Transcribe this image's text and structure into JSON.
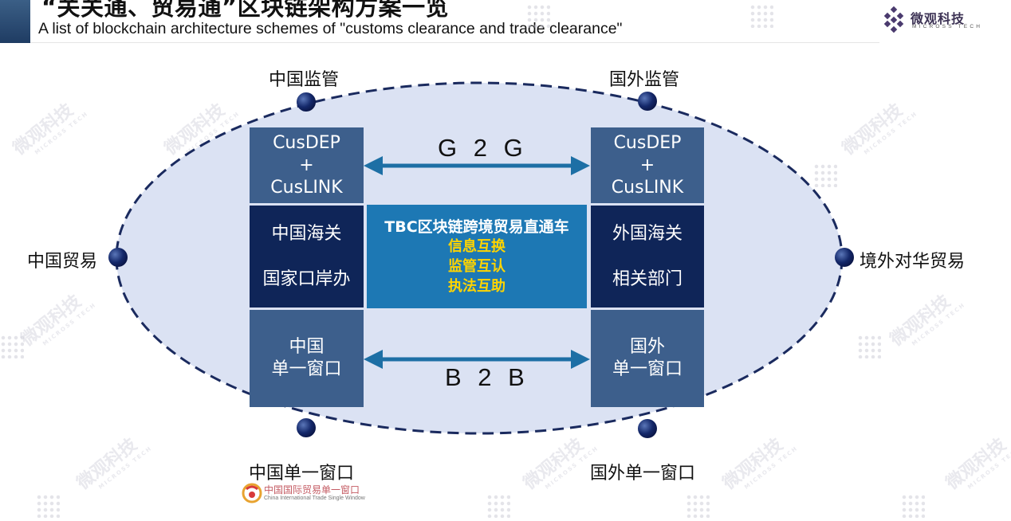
{
  "header": {
    "title": "“关关通、贸易通”区块链架构方案一览",
    "subtitle": "A list of blockchain architecture schemes of \"customs clearance and trade clearance\""
  },
  "brand": {
    "name_cn": "微观科技",
    "name_en": "MICROSS TECH"
  },
  "watermark": {
    "cn": "微观科技",
    "en": "MICROSS TECH"
  },
  "nodes": {
    "top_left": "中国监管",
    "top_right": "国外监管",
    "left": "中国贸易",
    "right": "境外对华贸易",
    "bottom_left": "中国单一窗口",
    "bottom_right": "国外单一窗口"
  },
  "left_column": {
    "top": [
      "CusDEP",
      "+",
      "CusLINK"
    ],
    "middle": [
      "中国海关",
      "国家口岸办"
    ],
    "bottom": [
      "中国",
      "单一窗口"
    ]
  },
  "right_column": {
    "top": [
      "CusDEP",
      "+",
      "CusLINK"
    ],
    "middle": [
      "外国海关",
      "相关部门"
    ],
    "bottom": [
      "国外",
      "单一窗口"
    ]
  },
  "center": {
    "title": "TBC区块链跨境贸易直通车",
    "items": [
      "信息互换",
      "监管互认",
      "执法互助"
    ]
  },
  "arrows": {
    "top": "G 2 G",
    "bottom": "B 2 B"
  },
  "bottom_logo": {
    "cn": "中国国际贸易单一窗口",
    "en": "China International Trade Single Window"
  },
  "colors": {
    "ellipse_fill": "#dbe2f3",
    "ellipse_stroke": "#1a2a5e",
    "box_light": "#3d5f8c",
    "box_dark": "#0f2558",
    "center_box": "#1d78b4",
    "highlight_text": "#ffd400",
    "arrow": "#1d6fa5",
    "node_dot": "#14286a"
  }
}
